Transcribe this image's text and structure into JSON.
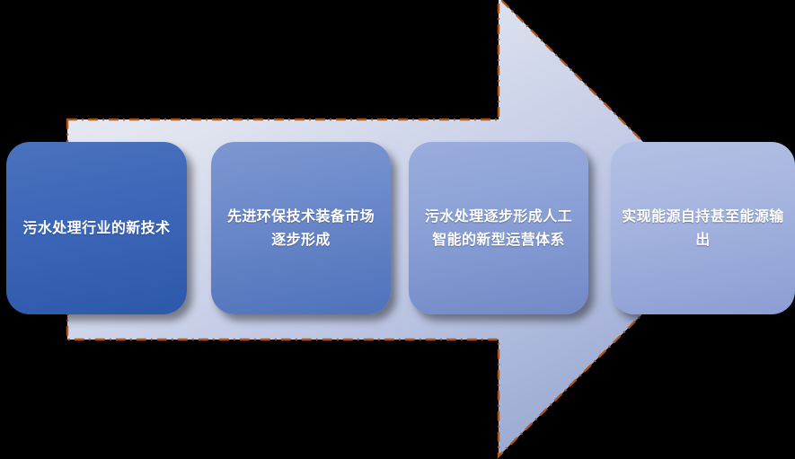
{
  "diagram": {
    "type": "process-arrow",
    "title": "",
    "background_color": "#000000",
    "arrow": {
      "name": "pentagon-arrow",
      "fill_start_color": "#e6e9f3",
      "fill_end_color": "#9aa9d2",
      "border_color": "#b4560f",
      "border_style": "dash-dot",
      "direction": "right"
    },
    "steps": [
      {
        "index": 1,
        "label": "污水处理行业的新技术",
        "color": "#3f68ba"
      },
      {
        "index": 2,
        "label": "先进环保技术装备市场逐步形成",
        "color": "#6e8bcb"
      },
      {
        "index": 3,
        "label": "污水处理逐步形成人工智能的新型运营体系",
        "color": "#8ea3d7"
      },
      {
        "index": 4,
        "label": "实现能源自持甚至能源输出",
        "color": "#a8b7e0"
      }
    ]
  }
}
